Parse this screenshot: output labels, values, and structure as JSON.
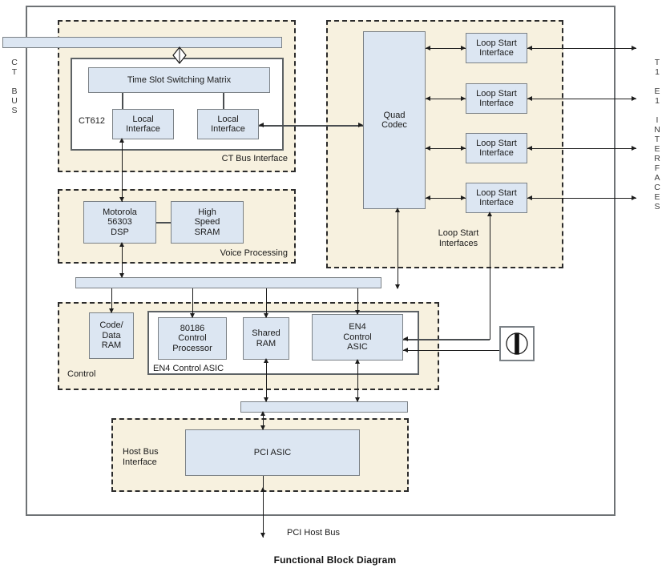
{
  "diagram": {
    "caption": "Functional Block Diagram",
    "colors": {
      "block_fill": "#dce6f2",
      "block_stroke": "#7b8186",
      "group_fill": "#f7f1df",
      "group_stroke": "#2b2b2b",
      "board_stroke": "#6e7275",
      "line": "#1c1c1c",
      "page_background": "#ffffff"
    },
    "side_labels": {
      "left": "C\nT\n\nB\nU\nS",
      "right": "T\n1\n\nE\n1\n\nI\nN\nT\nE\nR\nF\nA\nC\nE\nS"
    },
    "groups": [
      {
        "id": "ct-bus-interface",
        "label": "CT Bus Interface"
      },
      {
        "id": "voice-processing",
        "label": "Voice Processing"
      },
      {
        "id": "control",
        "label": "Control"
      },
      {
        "id": "en4-control-asic",
        "label": "EN4 Control ASIC"
      },
      {
        "id": "host-bus-interface",
        "label": "Host Bus\nInterface"
      },
      {
        "id": "loop-start-interfaces",
        "label": "Loop Start\nInterfaces"
      }
    ],
    "blocks": {
      "time_slot_switching_matrix": "Time Slot Switching Matrix",
      "ct612": "CT612",
      "local_interface_a": "Local\nInterface",
      "local_interface_b": "Local\nInterface",
      "motorola_dsp": "Motorola\n56303\nDSP",
      "high_speed_sram": "High\nSpeed\nSRAM",
      "code_data_ram": "Code/\nData\nRAM",
      "control_processor": "80186\nControl\nProcessor",
      "shared_ram": "Shared\nRAM",
      "en4_control_asic": "EN4\nControl\nASIC",
      "pci_asic": "PCI ASIC",
      "quad_codec": "Quad\nCodec",
      "loop_start_interface_1": "Loop Start\nInterface",
      "loop_start_interface_2": "Loop Start\nInterface",
      "loop_start_interface_3": "Loop Start\nInterface",
      "loop_start_interface_4": "Loop Start\nInterface"
    },
    "bus_labels": {
      "pci_host_bus": "PCI Host Bus"
    },
    "icons": {
      "oscillator": "crystal-oscillator-icon"
    }
  }
}
